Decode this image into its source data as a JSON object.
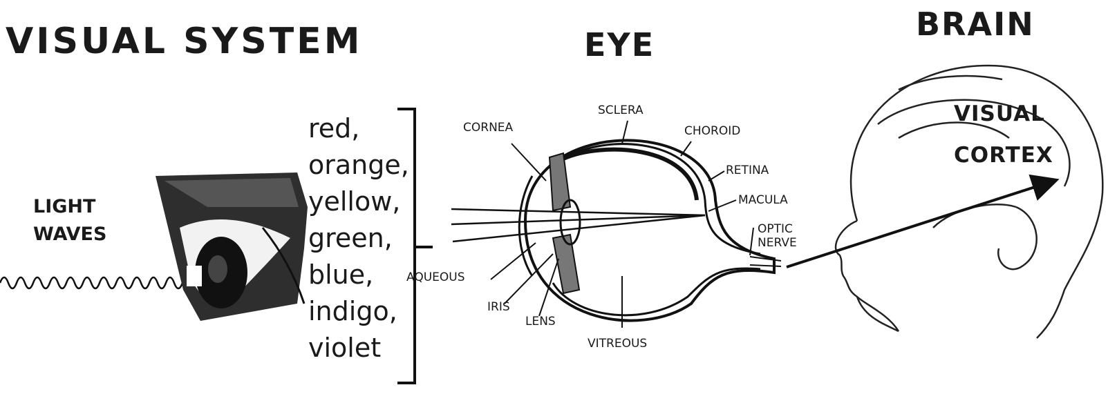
{
  "titles": {
    "visual_system": "VISUAL SYSTEM",
    "eye": "EYE",
    "brain": "BRAIN"
  },
  "light_waves": {
    "line1": "LIGHT",
    "line2": "WAVES"
  },
  "colors": [
    "red,",
    "orange,",
    "yellow,",
    "green,",
    "blue,",
    "indigo,",
    "violet"
  ],
  "eye_labels": {
    "cornea": "CORNEA",
    "sclera": "SCLERA",
    "choroid": "CHOROID",
    "retina": "RETINA",
    "macula": "MACULA",
    "optic1": "OPTIC",
    "optic2": "NERVE",
    "aqueous": "AQUEOUS",
    "iris": "IRIS",
    "lens": "LENS",
    "vitreous": "VITREOUS"
  },
  "brain_labels": {
    "visual": "VISUAL",
    "cortex": "CORTEX"
  }
}
